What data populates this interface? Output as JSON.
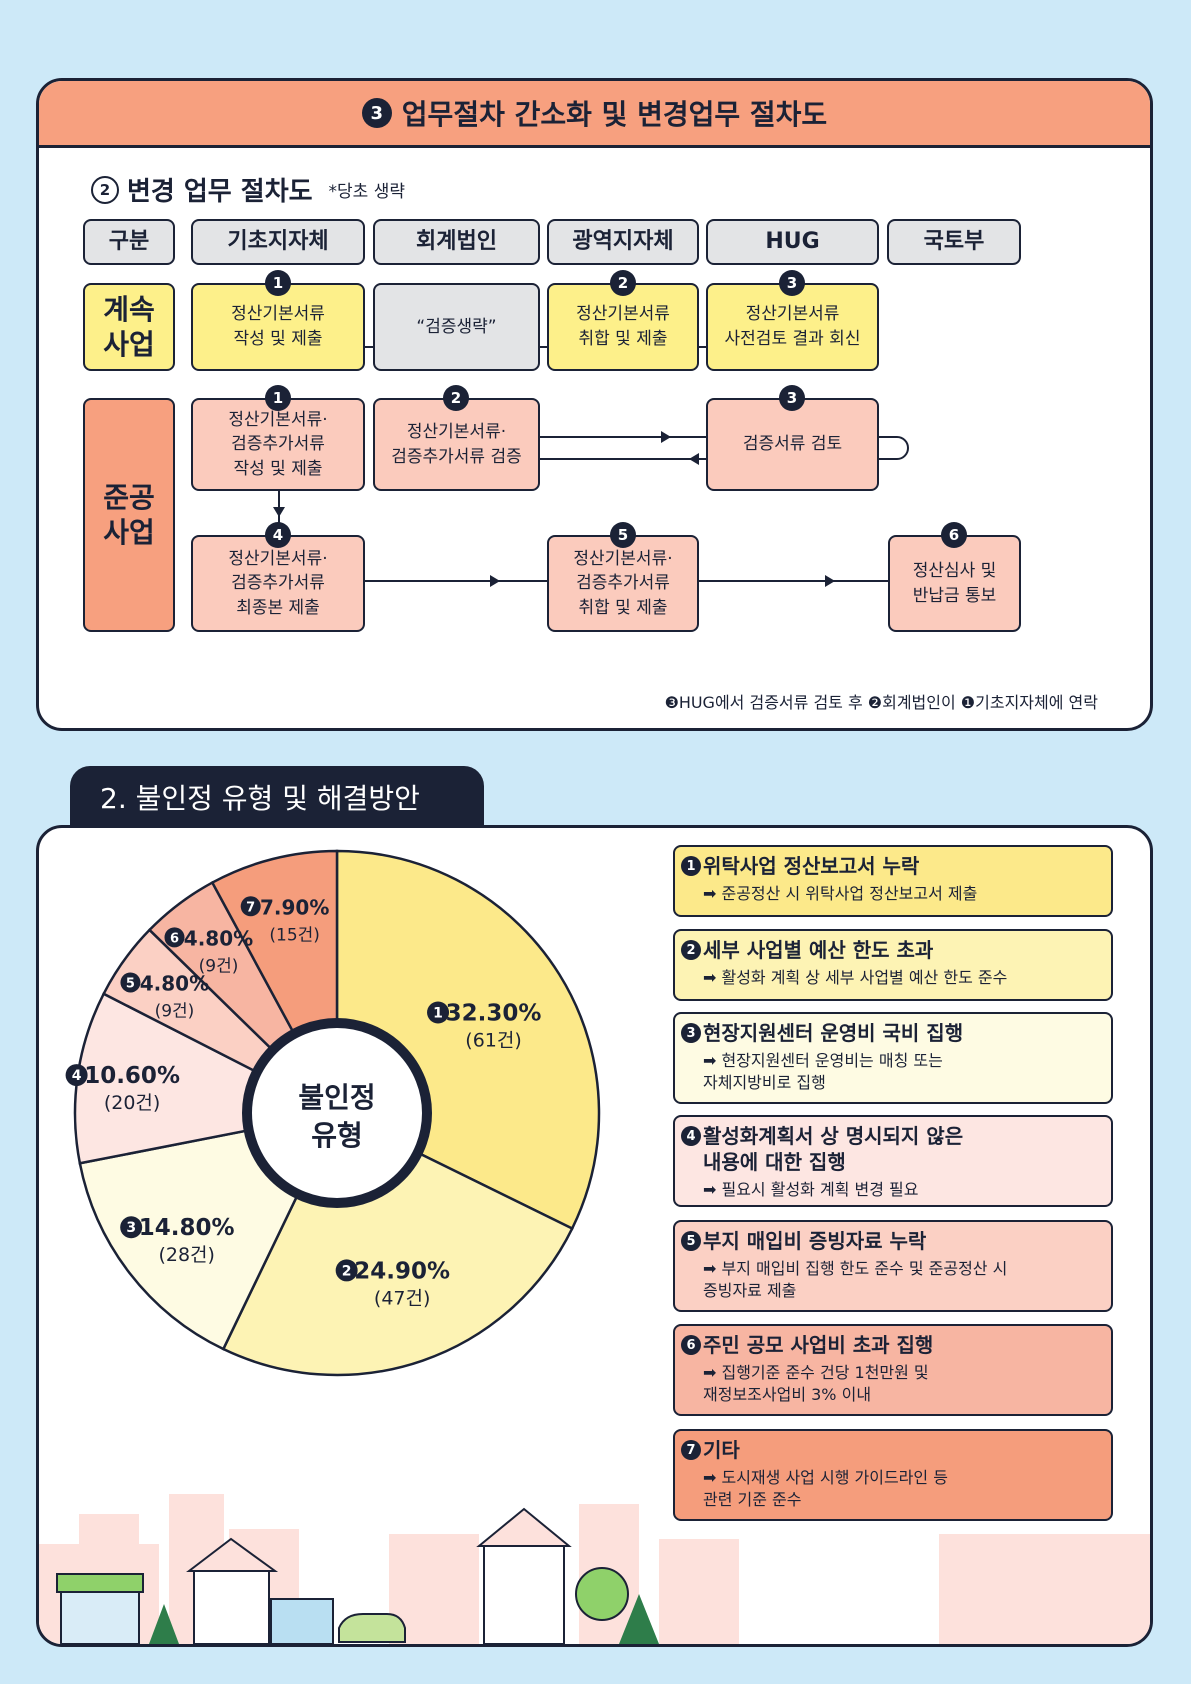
{
  "section3": {
    "number": "3",
    "title": "업무절차 간소화 및 변경업무 절차도",
    "subtitle_num": "2",
    "subtitle": "변경 업무 절차도",
    "subtitle_note": "*당초 생략",
    "headers": [
      "구분",
      "기초지자체",
      "회계법인",
      "광역지자체",
      "HUG",
      "국토부"
    ],
    "row1_label": "계속\n사업",
    "row2_label": "준공\n사업",
    "row1": [
      {
        "num": "1",
        "text": "정산기본서류\n작성 및 제출"
      },
      {
        "num": "",
        "text": "“검증생략”"
      },
      {
        "num": "2",
        "text": "정산기본서류\n취합 및 제출"
      },
      {
        "num": "3",
        "text": "정산기본서류\n사전검토 결과 회신"
      }
    ],
    "row2a": [
      {
        "num": "1",
        "text": "정산기본서류·\n검증추가서류\n작성 및 제출"
      },
      {
        "num": "2",
        "text": "정산기본서류·\n검증추가서류 검증"
      },
      {
        "num": "3",
        "text": "검증서류 검토"
      }
    ],
    "row2b": [
      {
        "num": "4",
        "text": "정산기본서류·\n검증추가서류\n최종본 제출"
      },
      {
        "num": "5",
        "text": "정산기본서류·\n검증추가서류\n취합 및 제출"
      },
      {
        "num": "6",
        "text": "정산심사 및\n반납금 통보"
      }
    ],
    "footnote": "❸HUG에서 검증서류 검토 후 ❷회계법인이 ❶기초지자체에 연락"
  },
  "section2": {
    "tab": "2. 불인정 유형 및 해결방안",
    "pie_center": [
      "불인정",
      "유형"
    ],
    "items": [
      {
        "num": "1",
        "title": "위탁사업 정산보고서 누락",
        "desc": "➡ 준공정산 시 위탁사업 정산보고서 제출",
        "color": "#fce98a"
      },
      {
        "num": "2",
        "title": "세부 사업별 예산 한도 초과",
        "desc": "➡ 활성화 계획 상 세부 사업별 예산 한도 준수",
        "color": "#fdf3b4"
      },
      {
        "num": "3",
        "title": "현장지원센터 운영비 국비 집행",
        "desc": "➡ 현장지원센터 운영비는 매칭 또는\n   자체지방비로 집행",
        "color": "#fefbe3"
      },
      {
        "num": "4",
        "title": "활성화계획서 상 명시되지 않은\n내용에 대한 집행",
        "desc": "➡ 필요시 활성화 계획 변경 필요",
        "color": "#fde6e2"
      },
      {
        "num": "5",
        "title": "부지 매입비 증빙자료 누락",
        "desc": "➡ 부지 매입비 집행 한도 준수 및 준공정산 시\n   증빙자료 제출",
        "color": "#fbd0c4"
      },
      {
        "num": "6",
        "title": "주민 공모 사업비 초과 집행",
        "desc": "➡ 집행기준 준수 건당 1천만원 및\n   재정보조사업비 3% 이내",
        "color": "#f7b5a2"
      },
      {
        "num": "7",
        "title": "기타",
        "desc": "➡ 도시재생 사업 시행 가이드라인 등\n   관련 기준 준수",
        "color": "#f59d7c"
      }
    ]
  },
  "chart_data": {
    "type": "pie",
    "slices": [
      {
        "num": "1",
        "percent": 32.3,
        "label": "32.30%",
        "count": "(61건)",
        "color": "#fce98a"
      },
      {
        "num": "2",
        "percent": 24.9,
        "label": "24.90%",
        "count": "(47건)",
        "color": "#fdf3b4"
      },
      {
        "num": "3",
        "percent": 14.8,
        "label": "14.80%",
        "count": "(28건)",
        "color": "#fefbe3"
      },
      {
        "num": "4",
        "percent": 10.6,
        "label": "10.60%",
        "count": "(20건)",
        "color": "#fde6e2"
      },
      {
        "num": "5",
        "percent": 4.8,
        "label": "4.80%",
        "count": "(9건)",
        "color": "#fbd0c4"
      },
      {
        "num": "6",
        "percent": 4.8,
        "label": "4.80%",
        "count": "(9건)",
        "color": "#f7b5a2"
      },
      {
        "num": "7",
        "percent": 7.9,
        "label": "7.90%",
        "count": "(15건)",
        "color": "#f59d7c"
      }
    ]
  }
}
